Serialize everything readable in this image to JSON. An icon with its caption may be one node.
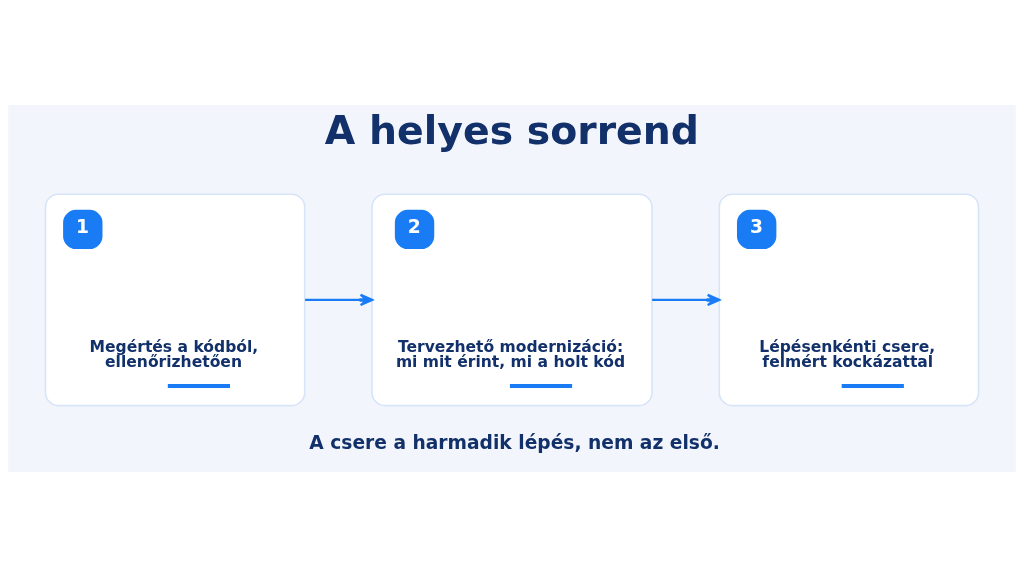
{
  "diagram": {
    "title": "A helyes sorrend",
    "nodes": [
      {
        "text": [
          "1",
          "Megértés a kódból, ellenőrizhetően"
        ]
      },
      {
        "text": [
          "2",
          "Tervezhető modernizáció: mi mit érint, mi a holt kód"
        ]
      },
      {
        "text": [
          "3",
          "Lépésenkénti csere, felmért kockázattal"
        ]
      }
    ],
    "edges": [
      {
        "from": 0,
        "to": 1,
        "arrow": "to"
      },
      {
        "from": 1,
        "to": 2,
        "arrow": "to"
      }
    ],
    "caption": "A csere a harmadik lépés, nem az első."
  }
}
